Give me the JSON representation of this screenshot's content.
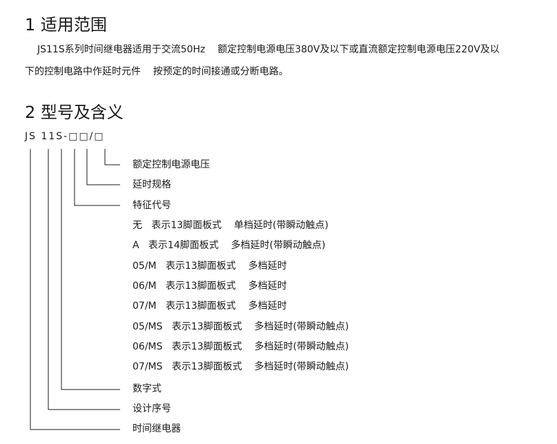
{
  "section1": {
    "heading": "1 适用范围",
    "line1": "JS11S系列时间继电器适用于交流50Hz    额定控制电源电压380V及以下或直流额定控制电源电压220V及以",
    "line2": "下的控制电路中作延时元件    按预定的时间接通或分断电路。"
  },
  "section2": {
    "heading": "2 型号及含义",
    "code": "JS 11S-□□/□",
    "items": [
      "额定控制电源电压",
      "延时规格",
      "特征代号",
      "无   表示13脚面板式    单档延时(带瞬动触点)",
      "A   表示14脚面板式    多档延时(带瞬动触点)",
      "05/M   表示13脚面板式    多档延时",
      "06/M   表示13脚面板式    多档延时",
      "07/M   表示13脚面板式    多档延时",
      "05/MS   表示13脚面板式    多档延时(带瞬动触点)",
      "06/MS   表示13脚面板式    多档延时(带瞬动触点)",
      "07/MS   表示13脚面板式    多档延时(带瞬动触点)",
      "数字式",
      "设计序号",
      "时间继电器"
    ]
  }
}
